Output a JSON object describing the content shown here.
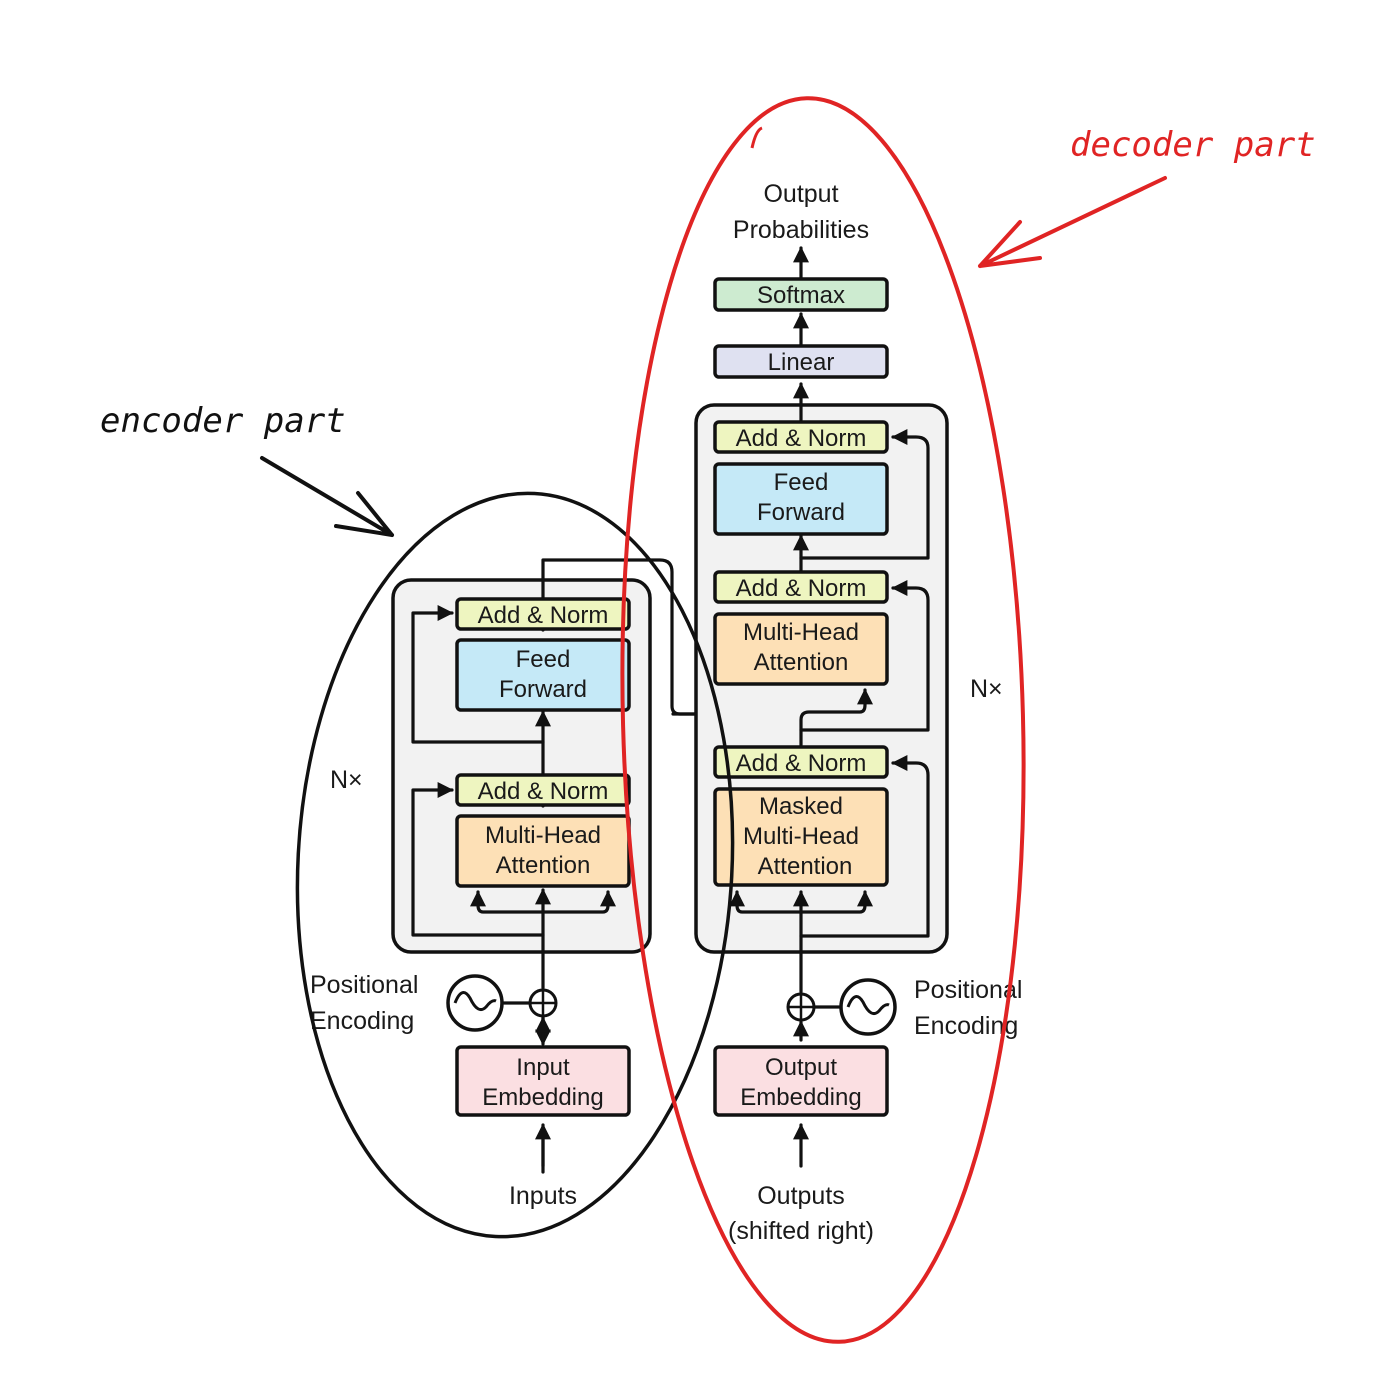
{
  "annotations": {
    "encoder_label": "encoder part",
    "decoder_label": "decoder part",
    "encoder_ellipse_color": "#111111",
    "decoder_ellipse_color": "#e02424"
  },
  "colors": {
    "add_norm": "#eef5c0",
    "feed_forward": "#c5e9f7",
    "attention": "#fde0b6",
    "embedding": "#fbdfe2",
    "linear": "#dfe1f1",
    "softmax": "#cdebd0",
    "stack_bg": "#f2f2f2"
  },
  "encoder": {
    "repeat": "N×",
    "add_norm_top": "Add & Norm",
    "feed_forward": [
      "Feed",
      "Forward"
    ],
    "add_norm_bottom": "Add & Norm",
    "attention": [
      "Multi-Head",
      "Attention"
    ],
    "positional": [
      "Positional",
      "Encoding"
    ],
    "embedding": [
      "Input",
      "Embedding"
    ],
    "input_label": "Inputs"
  },
  "decoder": {
    "repeat": "N×",
    "output_probabilities": [
      "Output",
      "Probabilities"
    ],
    "softmax": "Softmax",
    "linear": "Linear",
    "add_norm_top": "Add & Norm",
    "feed_forward": [
      "Feed",
      "Forward"
    ],
    "add_norm_mid": "Add & Norm",
    "attention": [
      "Multi-Head",
      "Attention"
    ],
    "add_norm_bottom": "Add & Norm",
    "masked_attention": [
      "Masked",
      "Multi-Head",
      "Attention"
    ],
    "positional": [
      "Positional",
      "Encoding"
    ],
    "embedding": [
      "Output",
      "Embedding"
    ],
    "output_label": [
      "Outputs",
      "(shifted right)"
    ]
  }
}
